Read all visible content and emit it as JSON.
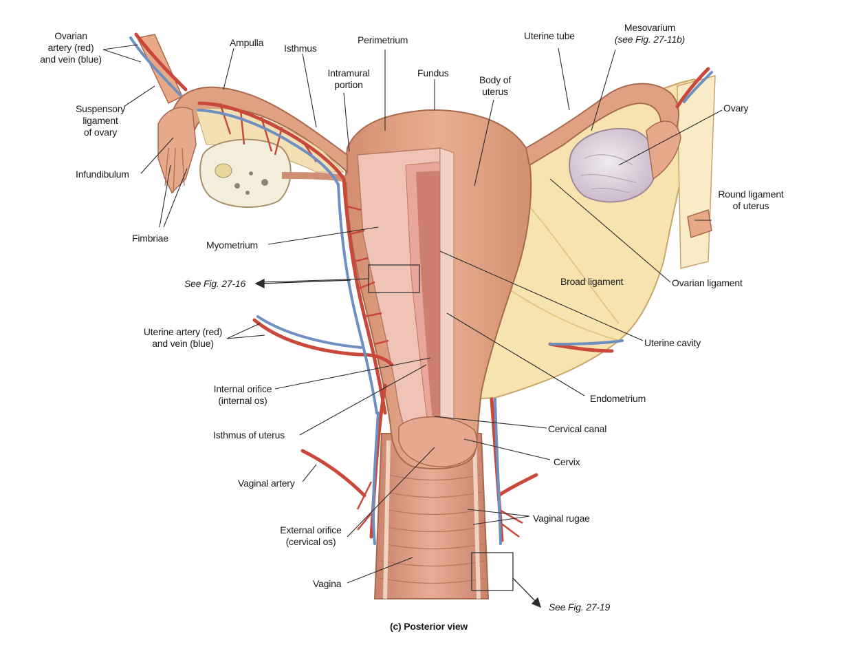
{
  "labels": {
    "ovarian_artery_vein": [
      "Ovarian",
      "artery (red)",
      "and vein (blue)"
    ],
    "ampulla": "Ampulla",
    "isthmus": "Isthmus",
    "perimetrium": "Perimetrium",
    "intramural_portion": [
      "Intramural",
      "portion"
    ],
    "fundus": "Fundus",
    "body_of_uterus": [
      "Body of",
      "uterus"
    ],
    "uterine_tube": "Uterine tube",
    "mesovarium": [
      "Mesovarium",
      "(see Fig. 27-11b)"
    ],
    "ovary": "Ovary",
    "suspensory_ligament": [
      "Suspensory",
      "ligament",
      "of ovary"
    ],
    "infundibulum": "Infundibulum",
    "fimbriae": "Fimbriae",
    "round_ligament": [
      "Round ligament",
      "of uterus"
    ],
    "myometrium": "Myometrium",
    "see_fig_27_16": "See Fig. 27-16",
    "broad_ligament": "Broad ligament",
    "ovarian_ligament": "Ovarian ligament",
    "uterine_artery_vein": [
      "Uterine artery (red)",
      "and vein (blue)"
    ],
    "uterine_cavity": "Uterine cavity",
    "internal_orifice": [
      "Internal orifice",
      "(internal os)"
    ],
    "endometrium": "Endometrium",
    "isthmus_of_uterus": "Isthmus of uterus",
    "cervical_canal": "Cervical canal",
    "cervix": "Cervix",
    "vaginal_artery": "Vaginal artery",
    "vaginal_rugae": "Vaginal rugae",
    "external_orifice": [
      "External orifice",
      "(cervical os)"
    ],
    "vagina": "Vagina",
    "see_fig_27_19": "See Fig. 27-19",
    "caption": "(c) Posterior view"
  },
  "colors": {
    "uterus_flesh": "#e2a285",
    "uterus_dark": "#c97f63",
    "cavity_pink": "#f2c6bd",
    "broad_ligament": "#f6e3b0",
    "artery": "#c9483a",
    "vein": "#6d8fc2",
    "ovary": "#e6dde6",
    "label_text": "#1a1a1a"
  }
}
